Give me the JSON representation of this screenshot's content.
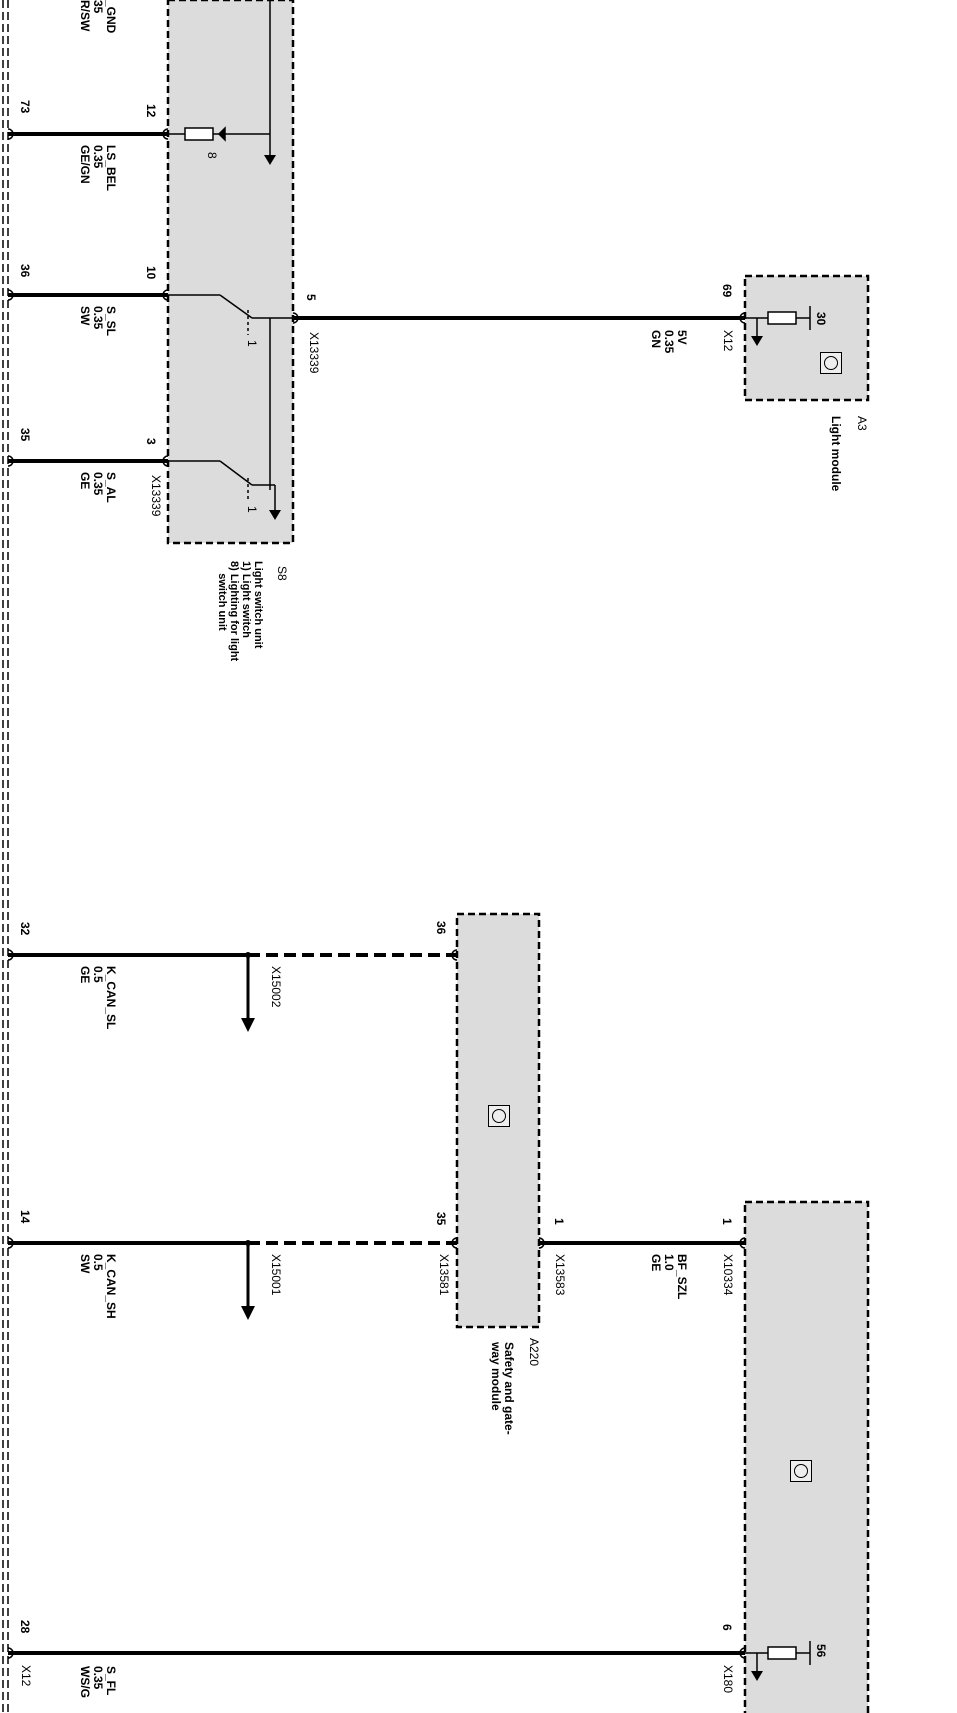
{
  "components": {
    "s8": {
      "ref": "S8",
      "desc": "Light switch unit\n1) Light switch\n8) Lighting for light\n    switch unit",
      "connector_a": "X13339",
      "connector_b": "X13339",
      "internal_labels": {
        "lamp": "8",
        "switch_sl": "1",
        "switch_al": "1"
      }
    },
    "a3": {
      "ref": "A3",
      "name": "Light module",
      "connector": "X12",
      "terminal": "30"
    },
    "a220": {
      "ref": "A220",
      "name": "Safety and gate-\nway module",
      "connector_a": "X13581",
      "connector_b": "X13583"
    },
    "right_module": {
      "connector_top": "X10334",
      "connector_bottom": "X180",
      "terminal": "56"
    },
    "left_connector": {
      "label": "X12"
    }
  },
  "pins": {
    "left": [
      "73",
      "36",
      "35",
      "32",
      "14",
      "28"
    ],
    "s8": [
      "12",
      "10",
      "3",
      "5"
    ],
    "a3": "69",
    "a220": [
      "36",
      "35",
      "1"
    ],
    "right": [
      "1",
      "6"
    ]
  },
  "wires": [
    {
      "name": "_GND",
      "section": "35",
      "color": "R/SW"
    },
    {
      "name": "LS_BEL",
      "section": "0.35",
      "color": "GE/GN"
    },
    {
      "name": "S_SL",
      "section": "0.35",
      "color": "SW"
    },
    {
      "name": "S_AL",
      "section": "0.35",
      "color": "GE"
    },
    {
      "name": "5V",
      "section": "0.35",
      "color": "GN"
    },
    {
      "name": "K_CAN_SL",
      "section": "0.5",
      "color": "GE"
    },
    {
      "name": "K_CAN_SH",
      "section": "0.5",
      "color": "SW"
    },
    {
      "name": "BF_SZL",
      "section": "1.0",
      "color": "GE"
    },
    {
      "name": "S_FL",
      "section": "0.35",
      "color": "WS/G"
    }
  ],
  "splices": [
    "X15002",
    "X15001"
  ]
}
